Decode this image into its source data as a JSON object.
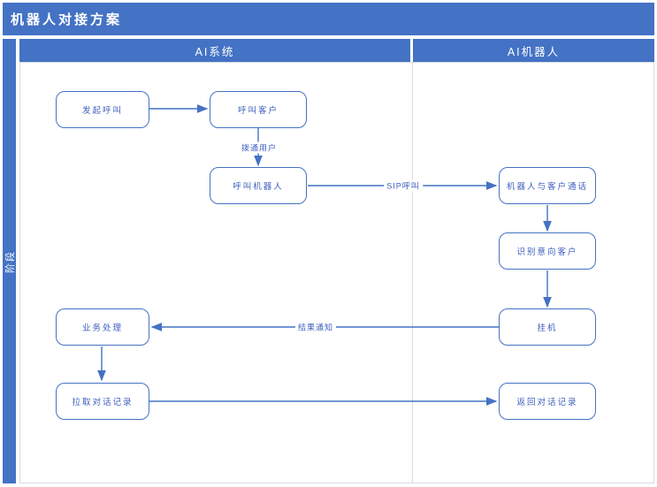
{
  "title": "机器人对接方案",
  "phase_label": "阶段",
  "lanes": [
    {
      "label": "AI系统"
    },
    {
      "label": "AI机器人"
    }
  ],
  "nodes": [
    {
      "id": "start-call",
      "lane": "AI系统",
      "label": "发起呼叫"
    },
    {
      "id": "call-customer",
      "lane": "AI系统",
      "label": "呼叫客户"
    },
    {
      "id": "call-robot",
      "lane": "AI系统",
      "label": "呼叫机器人"
    },
    {
      "id": "robot-talk",
      "lane": "AI机器人",
      "label": "机器人与客户通话"
    },
    {
      "id": "identify-intent",
      "lane": "AI机器人",
      "label": "识别意向客户"
    },
    {
      "id": "hang-up",
      "lane": "AI机器人",
      "label": "挂机"
    },
    {
      "id": "business-process",
      "lane": "AI系统",
      "label": "业务处理"
    },
    {
      "id": "pull-records",
      "lane": "AI系统",
      "label": "拉取对话记录"
    },
    {
      "id": "return-records",
      "lane": "AI机器人",
      "label": "返回对话记录"
    }
  ],
  "edges": [
    {
      "from": "发起呼叫",
      "to": "呼叫客户",
      "label": ""
    },
    {
      "from": "呼叫客户",
      "to": "呼叫机器人",
      "label": "拨通用户"
    },
    {
      "from": "呼叫机器人",
      "to": "机器人与客户通话",
      "label": "SIP呼叫"
    },
    {
      "from": "机器人与客户通话",
      "to": "识别意向客户",
      "label": ""
    },
    {
      "from": "识别意向客户",
      "to": "挂机",
      "label": ""
    },
    {
      "from": "挂机",
      "to": "业务处理",
      "label": "结果通知"
    },
    {
      "from": "业务处理",
      "to": "拉取对话记录",
      "label": ""
    },
    {
      "from": "拉取对话记录",
      "to": "返回对话记录",
      "label": ""
    }
  ],
  "colors": {
    "accent": "#4472C4",
    "node_border": "#4472C4",
    "node_text": "#3d5fbe",
    "lane_border": "#d7dae1",
    "background": "#ffffff"
  }
}
